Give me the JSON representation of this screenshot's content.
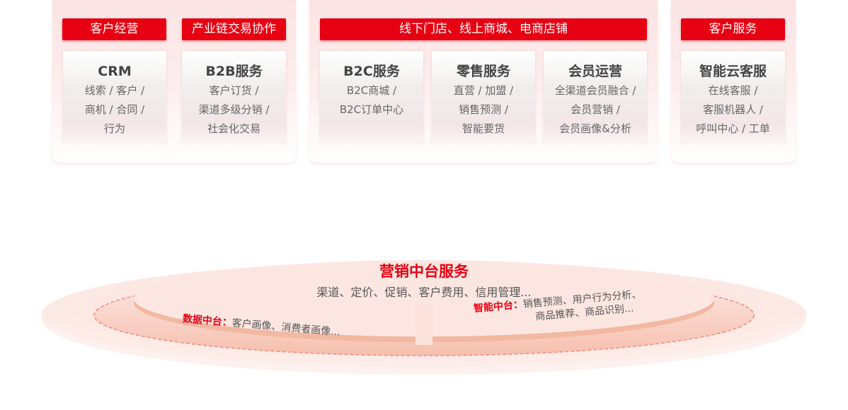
{
  "groups": [
    {
      "headers": [
        "客户经营",
        "产业链交易协作"
      ],
      "cards": [
        {
          "title": "CRM",
          "lines": [
            "线索 / 客户 /",
            "商机 / 合同 /",
            "行为"
          ]
        },
        {
          "title": "B2B服务",
          "lines": [
            "客户订货 /",
            "渠道多级分销 /",
            "社会化交易"
          ]
        }
      ]
    },
    {
      "headers": [
        "线下门店、线上商城、电商店铺"
      ],
      "cards": [
        {
          "title": "B2C服务",
          "lines": [
            "B2C商城 /",
            "B2C订单中心"
          ]
        },
        {
          "title": "零售服务",
          "lines": [
            "直营 / 加盟 /",
            "销售预测 /",
            "智能要货"
          ]
        },
        {
          "title": "会员运营",
          "lines": [
            "全渠道会员融合 /",
            "会员营销 /",
            "会员画像&分析"
          ]
        }
      ]
    },
    {
      "headers": [
        "客户服务"
      ],
      "cards": [
        {
          "title": "智能云客服",
          "lines": [
            "在线客服 /",
            "客服机器人 /",
            "呼叫中心 / 工单"
          ]
        }
      ]
    }
  ],
  "platform": {
    "title": "营销中台服务",
    "subtitle": "渠道、定价、促销、客户费用、信用管理...",
    "data_label": "数据中台：",
    "data_text": "客户画像、消费者画像...",
    "ai_label": "智能中台：",
    "ai_text1": "销售预测、用户行为分析、",
    "ai_text2": "商品推荐、商品识别..."
  },
  "colors": {
    "accent": "#e60012"
  }
}
